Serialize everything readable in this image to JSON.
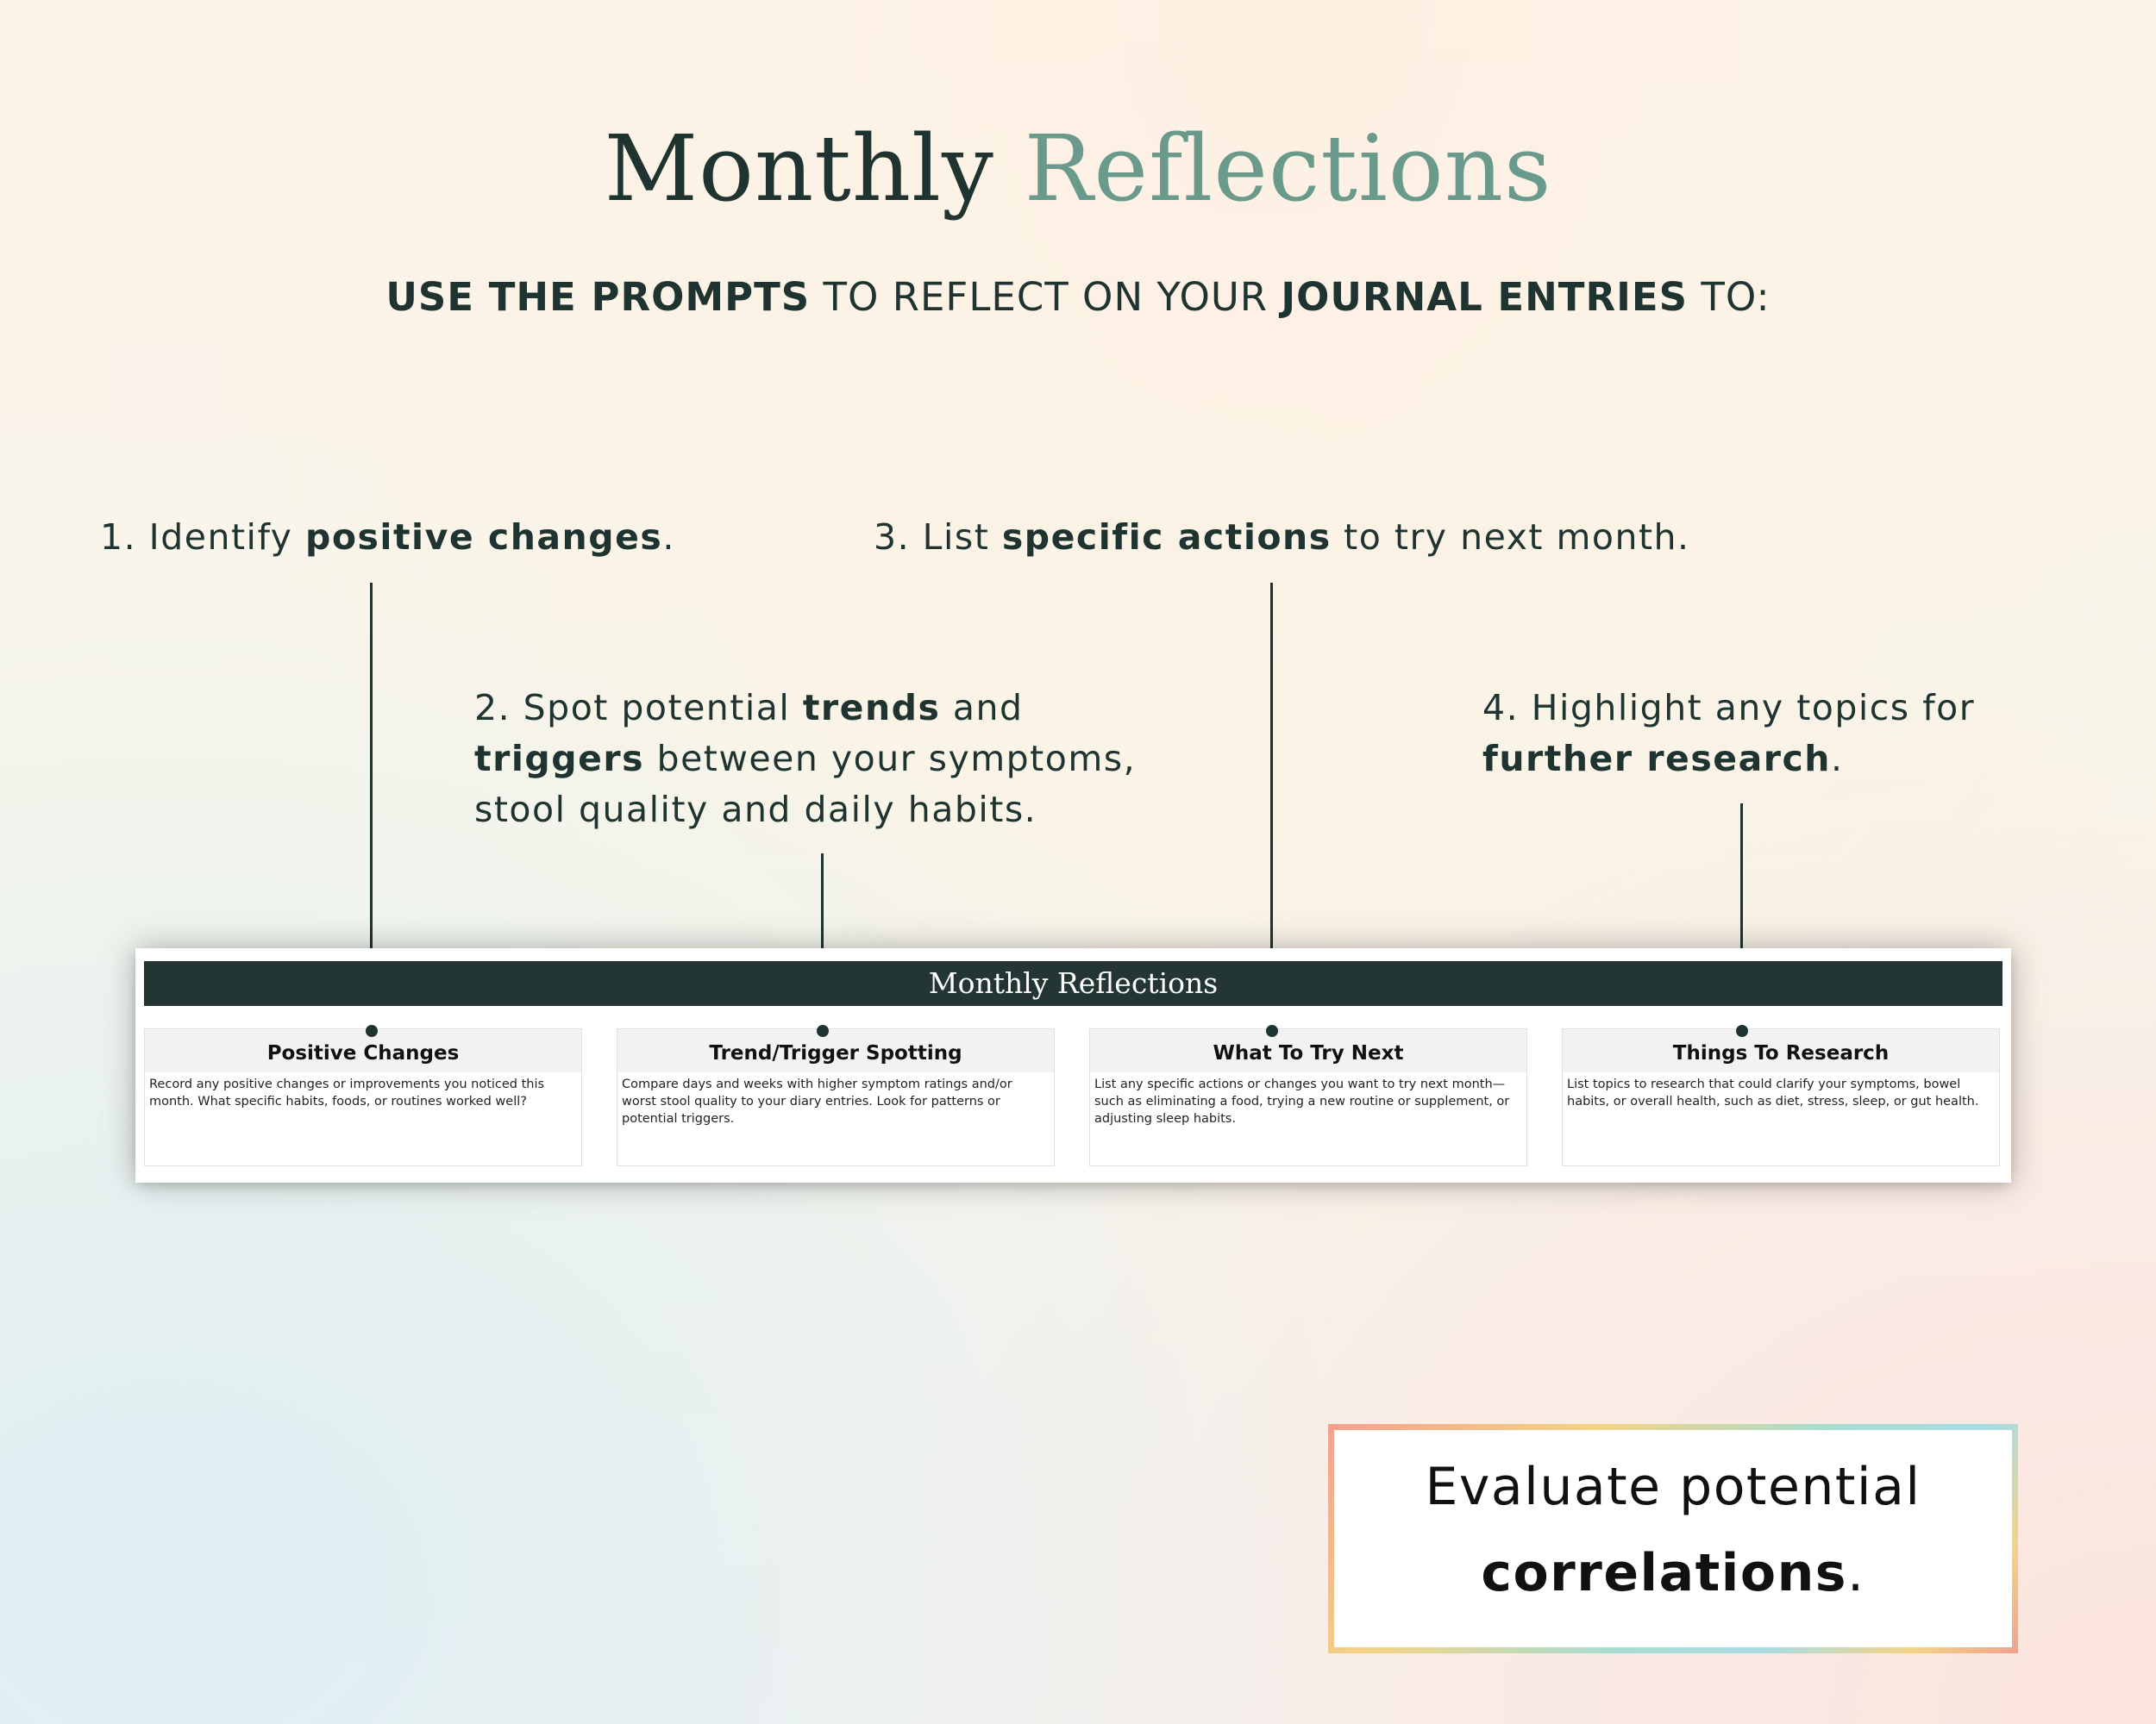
{
  "title": {
    "part1": "Monthly",
    "part2": "Reflections"
  },
  "subtitle": {
    "s1": "USE THE PROMPTS",
    "s2": " TO REFLECT ON YOUR ",
    "s3": "JOURNAL ENTRIES",
    "s4": " TO:"
  },
  "prompts": [
    {
      "lead": "1. Identify ",
      "bold1": "positive changes",
      "mid": "",
      "bold2": "",
      "tail": "."
    },
    {
      "lead": "2. Spot potential ",
      "bold1": "trends",
      "mid": " and ",
      "bold2": "triggers",
      "tail": " between your symptoms, stool quality and daily habits."
    },
    {
      "lead": "3. List ",
      "bold1": "specific actions",
      "mid": " to try next month.",
      "bold2": "",
      "tail": ""
    },
    {
      "lead": "4. Highlight any topics for ",
      "bold1": "further research",
      "mid": "",
      "bold2": "",
      "tail": "."
    }
  ],
  "sheet": {
    "header": "Monthly Reflections",
    "cards": [
      {
        "title": "Positive Changes",
        "desc": "Record any positive changes or improvements you noticed this month. What specific habits, foods, or routines worked well?"
      },
      {
        "title": "Trend/Trigger Spotting",
        "desc": "Compare days and weeks with higher symptom ratings and/or worst stool quality to your diary entries. Look for patterns or potential triggers."
      },
      {
        "title": "What To Try Next",
        "desc": "List any specific actions or changes you want to try next month—such as eliminating a food, trying a new routine or supplement, or adjusting sleep habits."
      },
      {
        "title": "Things To Research",
        "desc": "List topics to research that could clarify your symptoms, bowel habits, or overall health, such as diet, stress, sleep, or gut health."
      }
    ]
  },
  "callout": {
    "line1": "Evaluate potential",
    "bold": "correlations",
    "tail": "."
  },
  "colors": {
    "dark": "#1f3331",
    "accent": "#6a9a8c",
    "header_bg": "#233634"
  }
}
